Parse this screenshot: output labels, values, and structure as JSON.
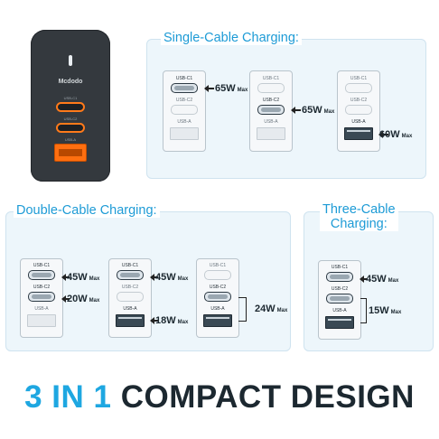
{
  "brand": "Mcdodo",
  "port_labels": {
    "c1": "USB-C1",
    "c2": "USB-C2",
    "a": "USB-A"
  },
  "max_label": "Max",
  "sections": {
    "single": {
      "title": "Single-Cable Charging:",
      "configs": [
        {
          "active": "c1",
          "watts": "65W"
        },
        {
          "active": "c2",
          "watts": "65W"
        },
        {
          "active": "a",
          "watts": "60W"
        }
      ]
    },
    "double": {
      "title": "Double-Cable Charging:",
      "configs": [
        {
          "c1": "45W",
          "c2": "20W"
        },
        {
          "c1": "45W",
          "a": "18W"
        },
        {
          "combined": "24W"
        }
      ]
    },
    "triple": {
      "title_line1": "Three-Cable",
      "title_line2": "Charging:",
      "c1": "45W",
      "combined": "15W"
    }
  },
  "headline": {
    "accent": "3 IN 1",
    "main": "COMPACT DESIGN"
  },
  "colors": {
    "accent": "#1ea7e1",
    "dark": "#1c2830",
    "charger_port": "#ff7a1a"
  }
}
